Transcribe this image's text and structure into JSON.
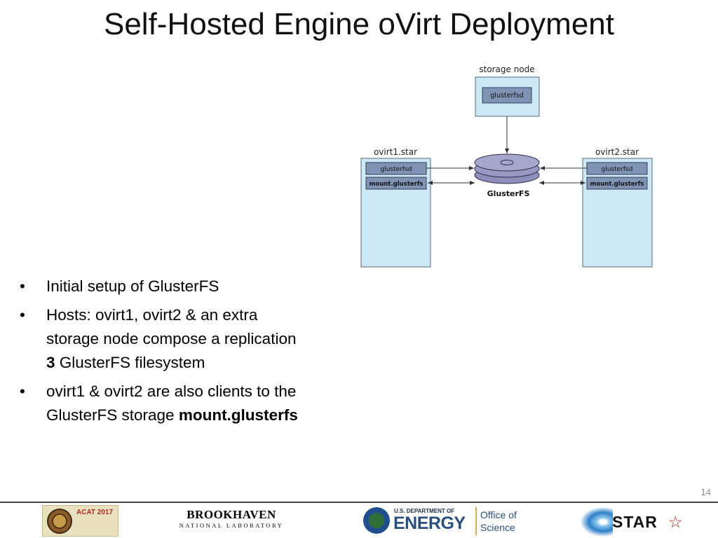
{
  "slide": {
    "title": "Self-Hosted Engine oVirt Deployment",
    "page_number": "14"
  },
  "diagram": {
    "storage_node": {
      "label": "storage node",
      "daemon": "glusterfsd"
    },
    "ovirt1": {
      "label": "ovirt1.star",
      "daemon": "glusterfsd",
      "client": "mount.glusterfs"
    },
    "ovirt2": {
      "label": "ovirt2.star",
      "daemon": "glusterfsd",
      "client": "mount.glusterfs"
    },
    "glusterfs": {
      "label": "GlusterFS"
    },
    "colors": {
      "host_fill": "#cce8f4",
      "host_stroke": "#5a6b7c",
      "service_fill": "#7f93b4",
      "disk_fill": "#9e9ec6",
      "arrow": "#333333"
    }
  },
  "bullets": {
    "marker": "•",
    "items": [
      {
        "text": "Initial setup of GlusterFS"
      },
      {
        "pre": "Hosts: ovirt1, ovirt2 & an extra storage node compose a replication ",
        "bold": "3",
        "post": " GlusterFS filesystem"
      },
      {
        "pre": "ovirt1 & ovirt2 are also clients to the GlusterFS storage ",
        "bold": "mount.glusterfs"
      }
    ]
  },
  "footer": {
    "acat_label": "ACAT 2017",
    "bnl_name": "BROOKHAVEN",
    "bnl_sub": "NATIONAL LABORATORY",
    "doe_dept": "U.S. DEPARTMENT OF",
    "doe_name": "ENERGY",
    "doe_office_line1": "Office of",
    "doe_office_line2": "Science",
    "star_label": "STAR",
    "star_glyph": "☆"
  }
}
